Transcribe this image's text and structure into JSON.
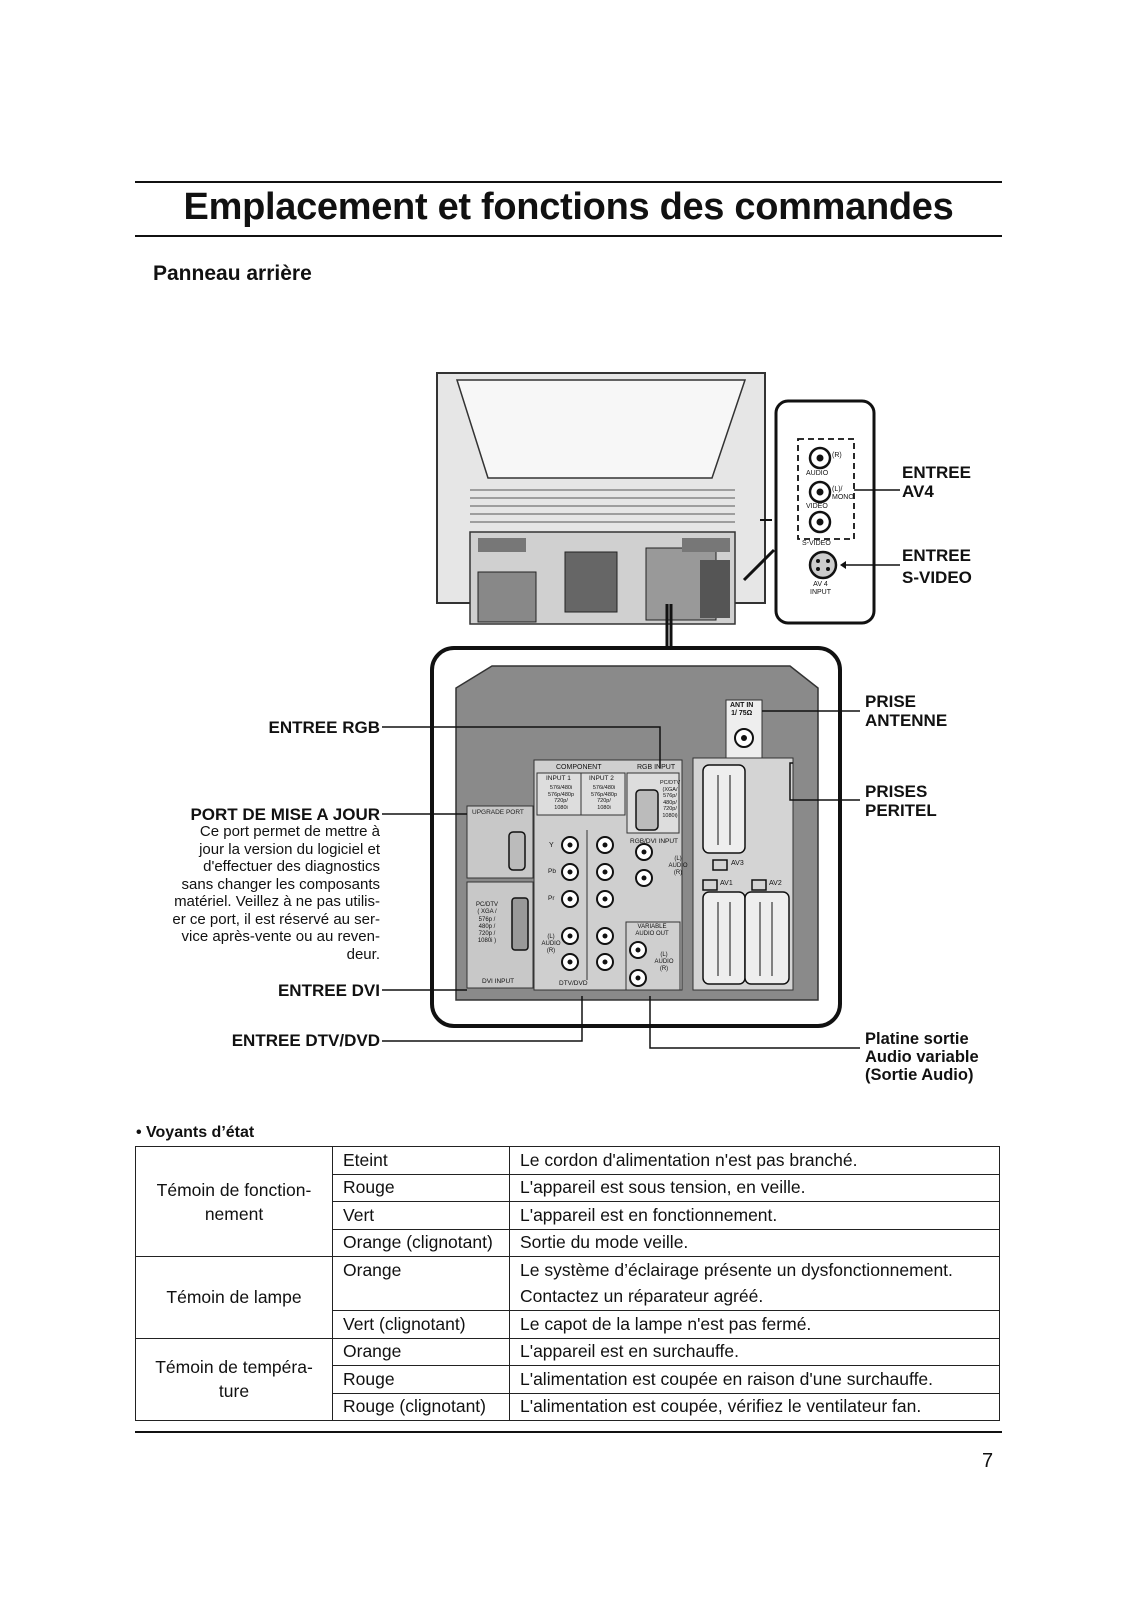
{
  "page": {
    "title": "Emplacement et fonctions des commandes",
    "section": "Panneau arrière",
    "page_number": "7"
  },
  "callouts": {
    "entree_av4": [
      "ENTREE",
      "AV4"
    ],
    "entree_svideo": [
      "ENTREE",
      "S-VIDEO"
    ],
    "prise_antenne": [
      "PRISE",
      "ANTENNE"
    ],
    "prises_peritel": [
      "PRISES",
      "PERITEL"
    ],
    "platine_sortie": [
      "Platine sortie",
      "Audio variable",
      "(Sortie Audio)"
    ],
    "entree_rgb": "ENTREE RGB",
    "port_mise_a_jour": "PORT DE MISE A JOUR",
    "port_description": [
      "Ce port permet de mettre à",
      "jour la version du logiciel et",
      "d'effectuer des diagnostics",
      "sans changer les composants",
      "matériel. Veillez à ne pas utilis-",
      "er ce port, il est réservé au ser-",
      "vice après-vente ou au reven-",
      "deur."
    ],
    "entree_dvi": "ENTREE DVI",
    "entree_dtv_dvd": "ENTREE DTV/DVD"
  },
  "panel_labels": {
    "av4_r": "(R)",
    "av4_audio": "AUDIO",
    "av4_l_mono": [
      "(L)/",
      "MONO"
    ],
    "av4_video": "VIDEO",
    "av4_svideo": "S-VIDEO",
    "av4_input": [
      "AV 4",
      "INPUT"
    ],
    "ant_in": [
      "ANT IN",
      "1/ 75Ω"
    ],
    "component": "COMPONENT",
    "input1": "INPUT 1",
    "input2": "INPUT 2",
    "input1_res": [
      "576i/480i",
      "576p/480p",
      "720p/",
      "1080i"
    ],
    "input2_res": [
      "576i/480i",
      "576p/480p",
      "720p/",
      "1080i"
    ],
    "rgb_input": "RGB INPUT",
    "pc_dtv_res": [
      "PC/DTV",
      "(XGA/",
      "576p/",
      "480p/",
      "720p/",
      "1080i)"
    ],
    "upgrade_port": "UPGRADE PORT",
    "rgb_dvi_input": "RGB/DVI INPUT",
    "rgb_dvi_audio": [
      "(L)",
      "AUDIO",
      "(R)"
    ],
    "comp_y": "Y",
    "comp_pb": "Pb",
    "comp_pr": "Pr",
    "comp_audio": [
      "(L)",
      "AUDIO",
      "(R)"
    ],
    "dvi_pc_dtv": [
      "PC/DTV",
      "( XGA /",
      "576p /",
      "480p /",
      "720p /",
      "1080i )"
    ],
    "dvi_input": "DVI INPUT",
    "dtv_dvd": "DTV/DVD",
    "variable_audio_out": [
      "VARIABLE",
      "AUDIO OUT"
    ],
    "var_audio": [
      "(L)",
      "AUDIO",
      "(R)"
    ],
    "av1": "AV1",
    "av2": "AV2",
    "av3": "AV3"
  },
  "status": {
    "heading": "• Voyants d’état",
    "groups": [
      {
        "name": [
          "Témoin de fonction-",
          "nement"
        ],
        "rows": [
          {
            "state": "Eteint",
            "meaning": "Le cordon d'alimentation n'est pas branché."
          },
          {
            "state": "Rouge",
            "meaning": "L'appareil est sous tension, en veille."
          },
          {
            "state": "Vert",
            "meaning": "L'appareil est en fonctionnement."
          },
          {
            "state": "Orange (clignotant)",
            "meaning": "Sortie du mode veille."
          }
        ]
      },
      {
        "name": [
          "Témoin de lampe"
        ],
        "rows": [
          {
            "state": "Orange",
            "meaning": "Le système d’éclairage présente un dysfonctionnement.",
            "meaning2": "Contactez un réparateur agréé."
          },
          {
            "state": "Vert (clignotant)",
            "meaning": "Le capot de la lampe n'est pas fermé."
          }
        ]
      },
      {
        "name": [
          "Témoin de tempéra-",
          "ture"
        ],
        "rows": [
          {
            "state": "Orange",
            "meaning": "L'appareil est en surchauffe."
          },
          {
            "state": "Rouge",
            "meaning": "L'alimentation est coupée en raison d'une surchauffe."
          },
          {
            "state": "Rouge (clignotant)",
            "meaning": "L'alimentation est coupée, vérifiez le ventilateur fan."
          }
        ]
      }
    ]
  }
}
